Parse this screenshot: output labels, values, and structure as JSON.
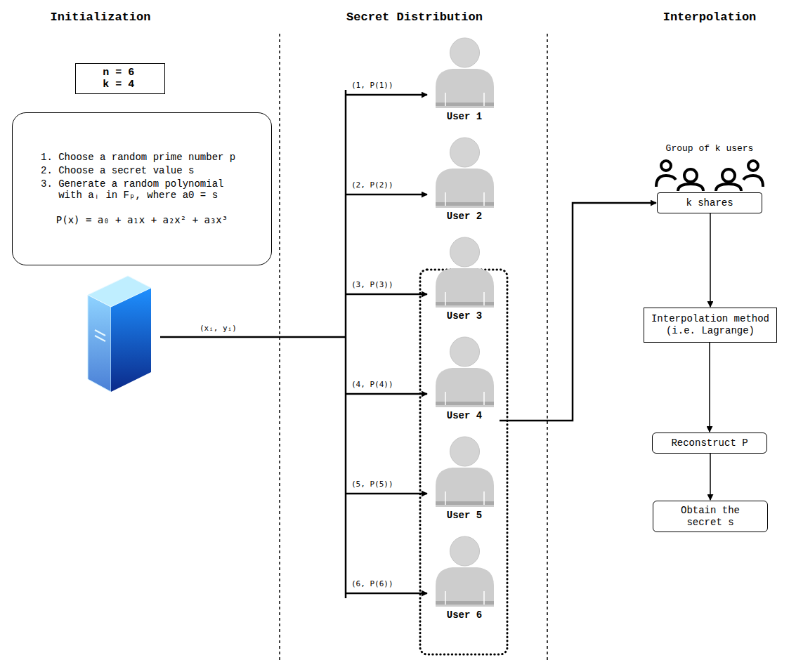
{
  "diagram": {
    "nodes": [
      {
        "text": [
          "n = 6 k = 4"
        ]
      },
      {
        "text": [
          "1. Choose a random prime number p",
          "2. Choose a secret value s",
          "3. Generate a random polynomial with aᵢ in Fₚ, where a0 = s",
          "P(x) = a₀ + a₁x + a₂x² + a₃x³"
        ]
      },
      {
        "text": [
          "User 1"
        ]
      },
      {
        "text": [
          "User 2"
        ]
      },
      {
        "text": [
          "User 3"
        ]
      },
      {
        "text": [
          "User 4"
        ]
      },
      {
        "text": [
          "User 5"
        ]
      },
      {
        "text": [
          "User 6"
        ]
      },
      {
        "text": [
          "k shares"
        ]
      },
      {
        "text": [
          "Interpolation method (i.e. Lagrange)"
        ]
      },
      {
        "text": [
          "Reconstruct P"
        ]
      },
      {
        "text": [
          "Obtain the secret s"
        ]
      }
    ],
    "edges": [
      {
        "from": 5,
        "to": 8,
        "arrow": "to"
      },
      {
        "from": 8,
        "to": 9,
        "arrow": "to"
      },
      {
        "from": 9,
        "to": 10,
        "arrow": "to"
      },
      {
        "from": 10,
        "to": 11,
        "arrow": "to"
      }
    ],
    "labels": [
      "Initialization",
      "Secret Distribution",
      "Interpolation",
      "(xᵢ, yᵢ)",
      "(1, P(1))",
      "(2, P(2))",
      "(3, P(3))",
      "(4, P(4))",
      "(5, P(5))",
      "(6, P(6))",
      "Group of k users"
    ]
  }
}
